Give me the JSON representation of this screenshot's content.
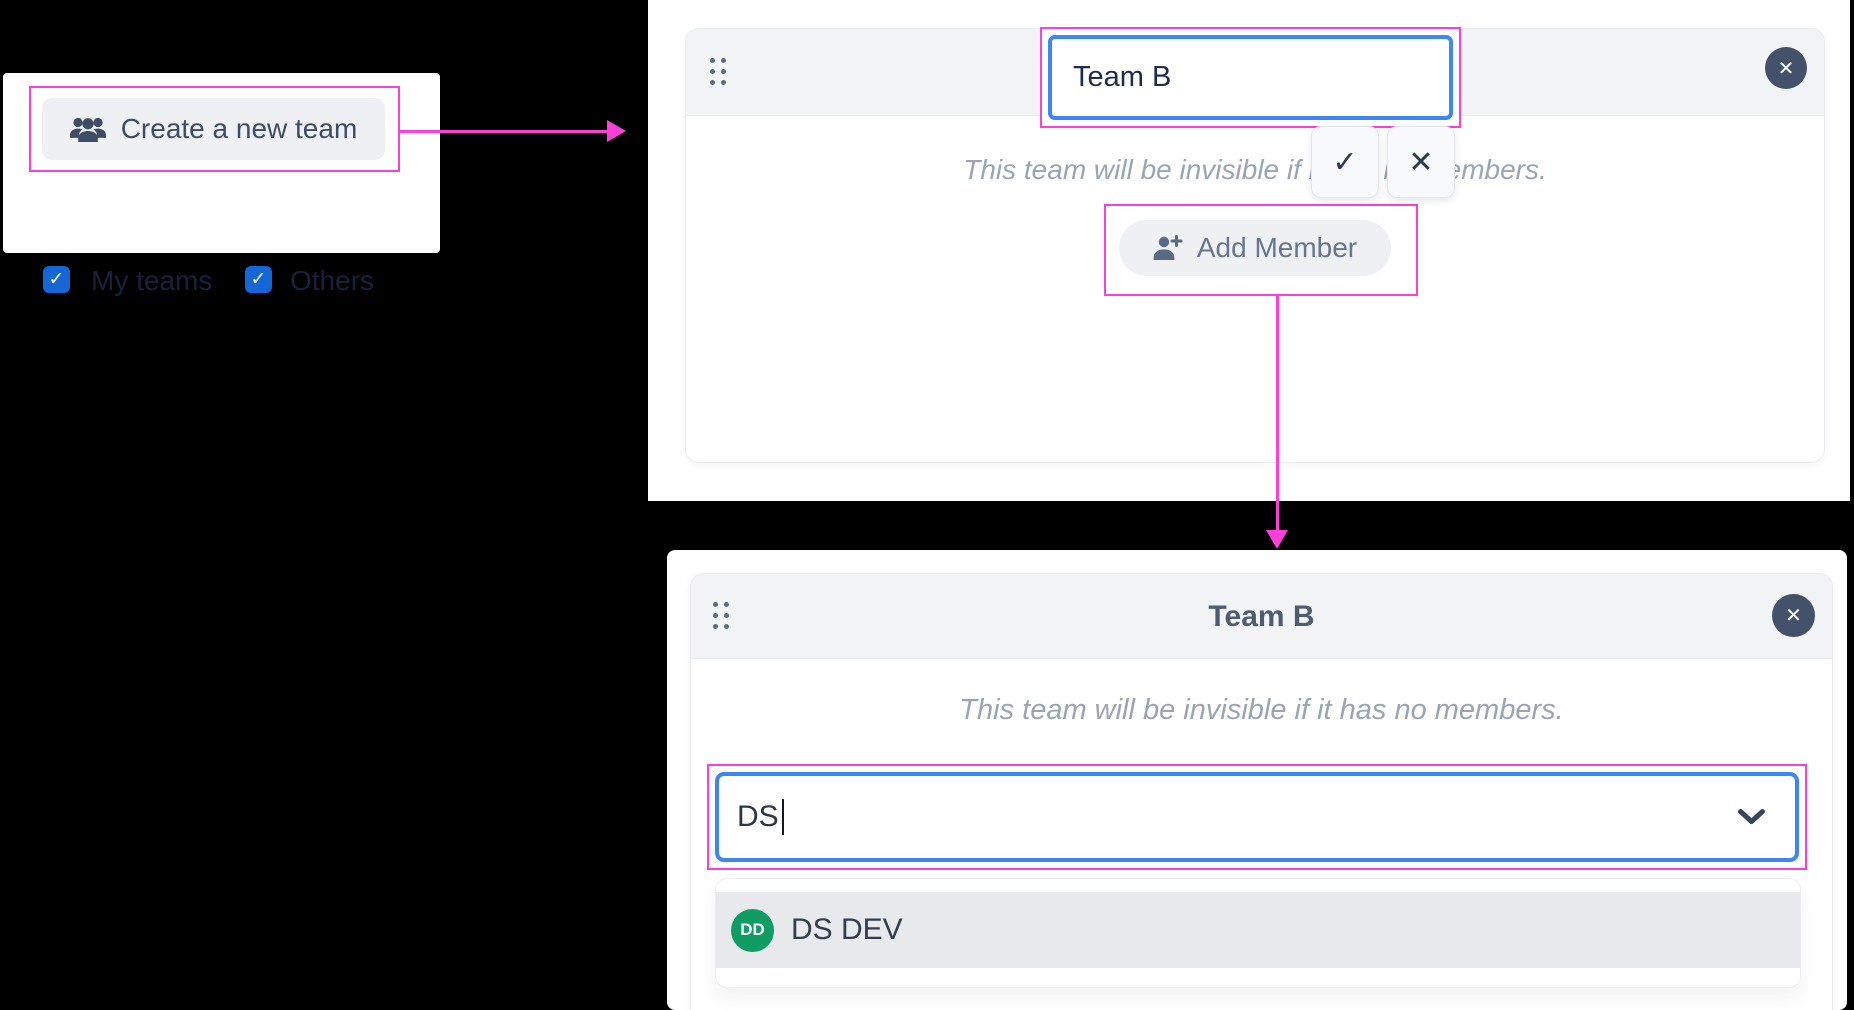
{
  "colors": {
    "highlight_magenta": "#fb3fd9",
    "input_focus_blue": "#3f86f5",
    "checkbox_blue": "#1566d6",
    "dark_slate": "#43516a",
    "avatar_green": "#0f9d63",
    "header_gray": "#f2f3f5",
    "dropdown_row_gray": "#e8e9ec"
  },
  "icons": {
    "check": "✓",
    "close": "✕"
  },
  "left_panel": {
    "create_team_button": "Create a new team",
    "filters": [
      {
        "label": "My teams",
        "checked": true
      },
      {
        "label": "Others",
        "checked": true
      }
    ]
  },
  "top_panel": {
    "team_name_input_value": "Team B",
    "note": "This team will be invisible if it has no members.",
    "add_member_button": "Add Member"
  },
  "bottom_panel": {
    "title": "Team B",
    "note": "This team will be invisible if it has no members.",
    "member_search_value": "DS",
    "dropdown_items": [
      {
        "initials": "DD",
        "name": "DS DEV"
      }
    ]
  }
}
